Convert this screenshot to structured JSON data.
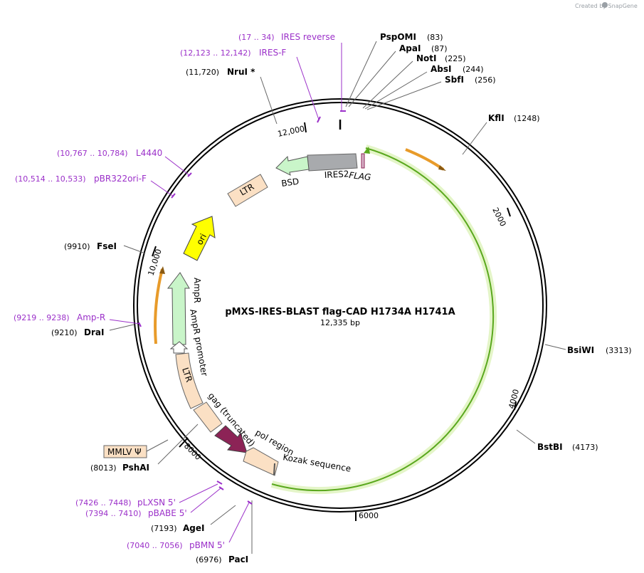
{
  "credit": "Created by SnapGene",
  "plasmid": {
    "name": "pMXS-IRES-BLAST flag-CAD H1734A H1741A",
    "size": "12,335 bp"
  },
  "ticks": [
    "2000",
    "4000",
    "6000",
    "8000",
    "10,000",
    "12,000"
  ],
  "enzymes": [
    {
      "name": "PspOMI",
      "pos": "(83)"
    },
    {
      "name": "ApaI",
      "pos": "(87)"
    },
    {
      "name": "NotI",
      "pos": "(225)"
    },
    {
      "name": "AbsI",
      "pos": "(244)"
    },
    {
      "name": "SbfI",
      "pos": "(256)"
    },
    {
      "name": "KflI",
      "pos": "(1248)"
    },
    {
      "name": "BsiWI",
      "pos": "(3313)"
    },
    {
      "name": "BstBI",
      "pos": "(4173)"
    },
    {
      "name": "PacI",
      "pos": "(6976)"
    },
    {
      "name": "AgeI",
      "pos": "(7193)"
    },
    {
      "name": "PshAI",
      "pos": "(8013)"
    },
    {
      "name": "DraI",
      "pos": "(9210)"
    },
    {
      "name": "FseI",
      "pos": "(9910)"
    },
    {
      "name": "NruI *",
      "pos": "(11,720)"
    }
  ],
  "primers": [
    {
      "name": "IRES reverse",
      "pos": "(17 .. 34)"
    },
    {
      "name": "IRES-F",
      "pos": "(12,123 .. 12,142)"
    },
    {
      "name": "L4440",
      "pos": "(10,767 .. 10,784)"
    },
    {
      "name": "pBR322ori-F",
      "pos": "(10,514 .. 10,533)"
    },
    {
      "name": "Amp-R",
      "pos": "(9219 .. 9238)"
    },
    {
      "name": "pLXSN 5'",
      "pos": "(7426 .. 7448)"
    },
    {
      "name": "pBABE 5'",
      "pos": "(7394 .. 7410)"
    },
    {
      "name": "pBMN 5'",
      "pos": "(7040 .. 7056)"
    }
  ],
  "features": {
    "ires2": "IRES2",
    "bsd": "BSD",
    "flag": "FLAG",
    "ltr_top": "LTR",
    "ori": "ori",
    "ampr": "AmpR",
    "ampr_promoter": "AmpR promoter",
    "ltr_bottom": "LTR",
    "gag": "gag (truncated)",
    "pol": "pol region",
    "kozak": "Kozak sequence",
    "mmlv": "MMLV Ψ"
  },
  "colors": {
    "backbone": "#000000",
    "cds_green": "#5aa81e",
    "cds_fill": "#e8f7c8",
    "orange": "#e89b2a",
    "ires": "#a8aaad",
    "bsd": "#c9f5c9",
    "ltr": "#fbe0c4",
    "ori": "#ffff00",
    "gag_dark": "#8c2356",
    "primer": "#9b30c9"
  }
}
